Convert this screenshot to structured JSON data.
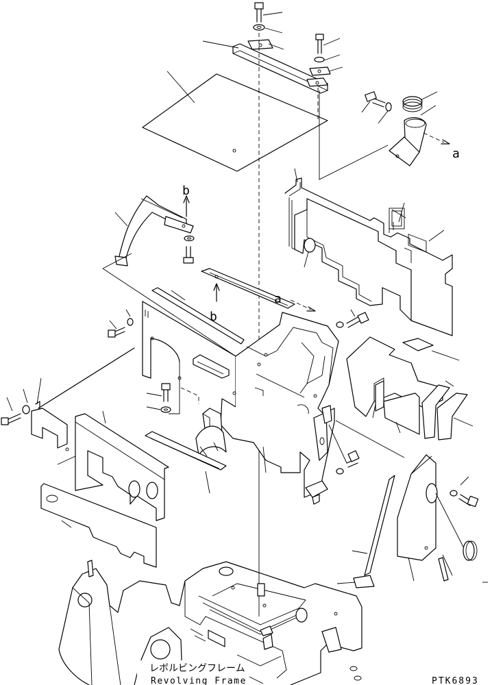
{
  "labels": {
    "arrow_a_1": "a",
    "arrow_a_2": "a",
    "arrow_b_1": "b",
    "arrow_b_2": "b",
    "frame_jp": "レボルビングフレーム",
    "frame_en": "Revolving Frame",
    "drawing_code": "PTK6893"
  }
}
